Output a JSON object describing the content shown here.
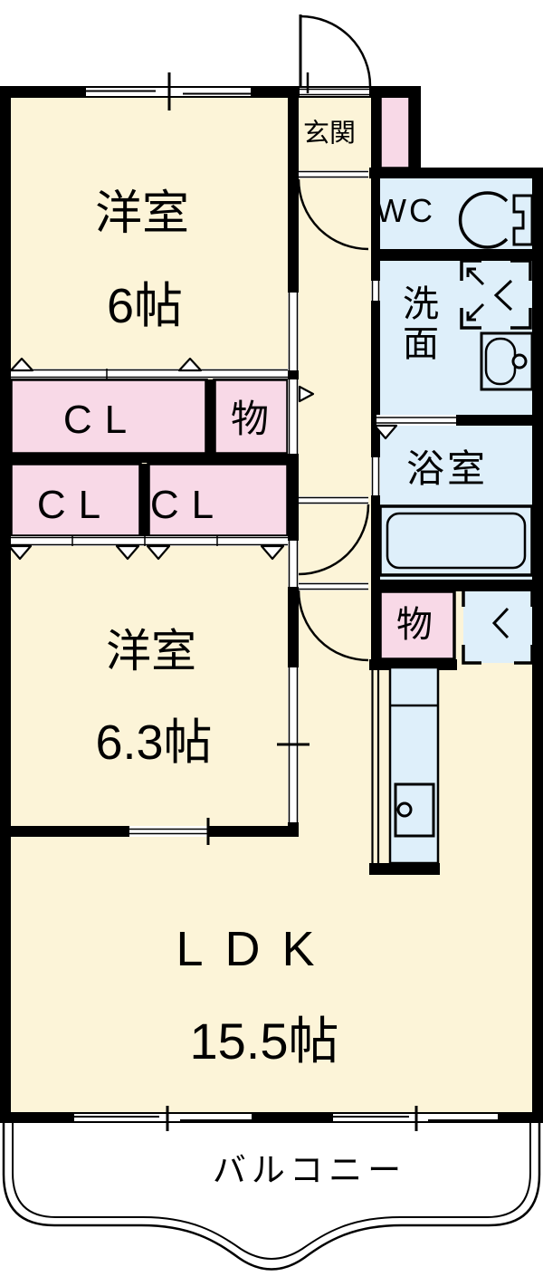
{
  "floorplan": {
    "colors": {
      "room_fill": "#FCF4D8",
      "closet_fill": "#F8D9E7",
      "wet_fill": "#DEEFFA",
      "wall": "#000000",
      "background": "#FFFFFF"
    },
    "rooms": {
      "genkan": {
        "label": "玄関"
      },
      "wc": {
        "label": "WC"
      },
      "senmen": {
        "label": "洗面"
      },
      "bath": {
        "label": "浴室"
      },
      "bedroom1": {
        "label": "洋室",
        "size": "6帖"
      },
      "bedroom2": {
        "label": "洋室",
        "size": "6.3帖"
      },
      "ldk": {
        "label": "LDK",
        "size": "15.5帖"
      },
      "balcony": {
        "label": "バルコニー"
      },
      "closet1": {
        "label": "CL"
      },
      "closet2": {
        "label": "CL"
      },
      "closet3": {
        "label": "CL"
      },
      "storage_hall": {
        "label": "物"
      },
      "storage_kitchen": {
        "label": "物"
      }
    },
    "icons": {
      "toilet": "toilet-icon",
      "washer_pan": "washer-pan-icon",
      "vanity_sink": "vanity-sink-icon",
      "bathtub": "bathtub-icon",
      "fridge_space": "fridge-space-icon",
      "kitchen_counter": "kitchen-counter-icon",
      "entry_door": "entry-door-swing-icon"
    }
  }
}
